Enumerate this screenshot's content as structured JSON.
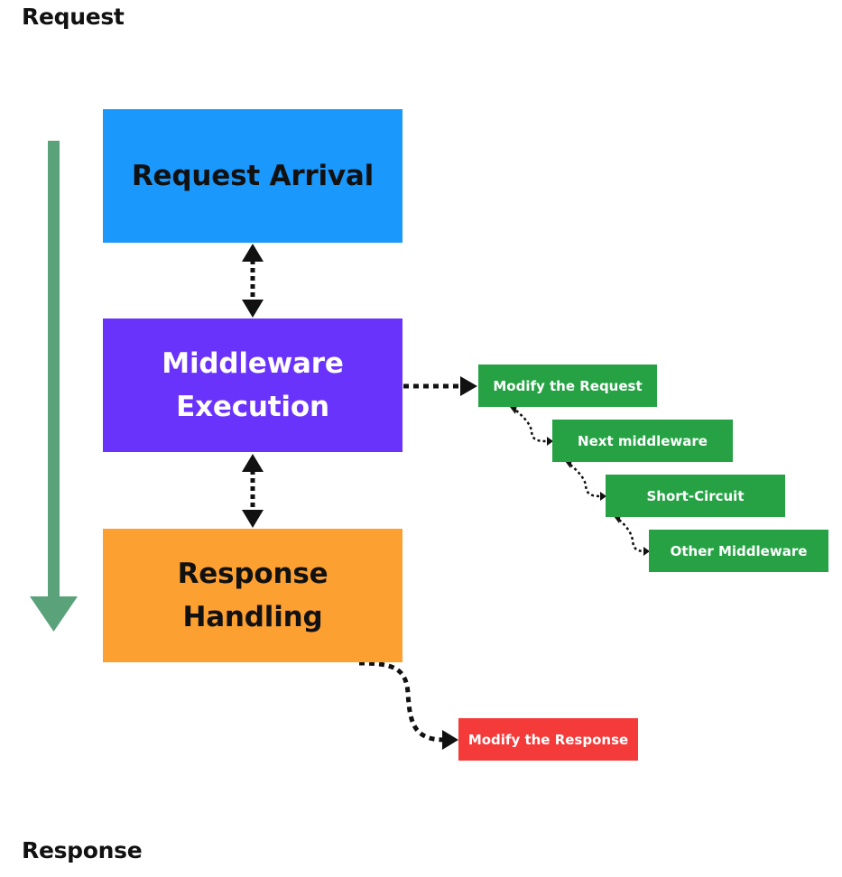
{
  "labels": {
    "request": "Request",
    "response": "Response"
  },
  "boxes": {
    "request_arrival": "Request Arrival",
    "middleware_execution_line1": "Middleware",
    "middleware_execution_line2": "Execution",
    "response_handling_line1": "Response",
    "response_handling_line2": "Handling"
  },
  "middleware_steps": [
    "Modify the Request",
    "Next middleware",
    "Short-Circuit",
    "Other Middleware"
  ],
  "response_action": "Modify the Response",
  "colors": {
    "request_arrival": "#1a98fc",
    "middleware_execution": "#6a33fc",
    "response_handling": "#fca032",
    "middleware_step": "#26a245",
    "modify_response": "#f53a3a",
    "flow_arrow": "#5aa27a",
    "connector": "#111111"
  }
}
